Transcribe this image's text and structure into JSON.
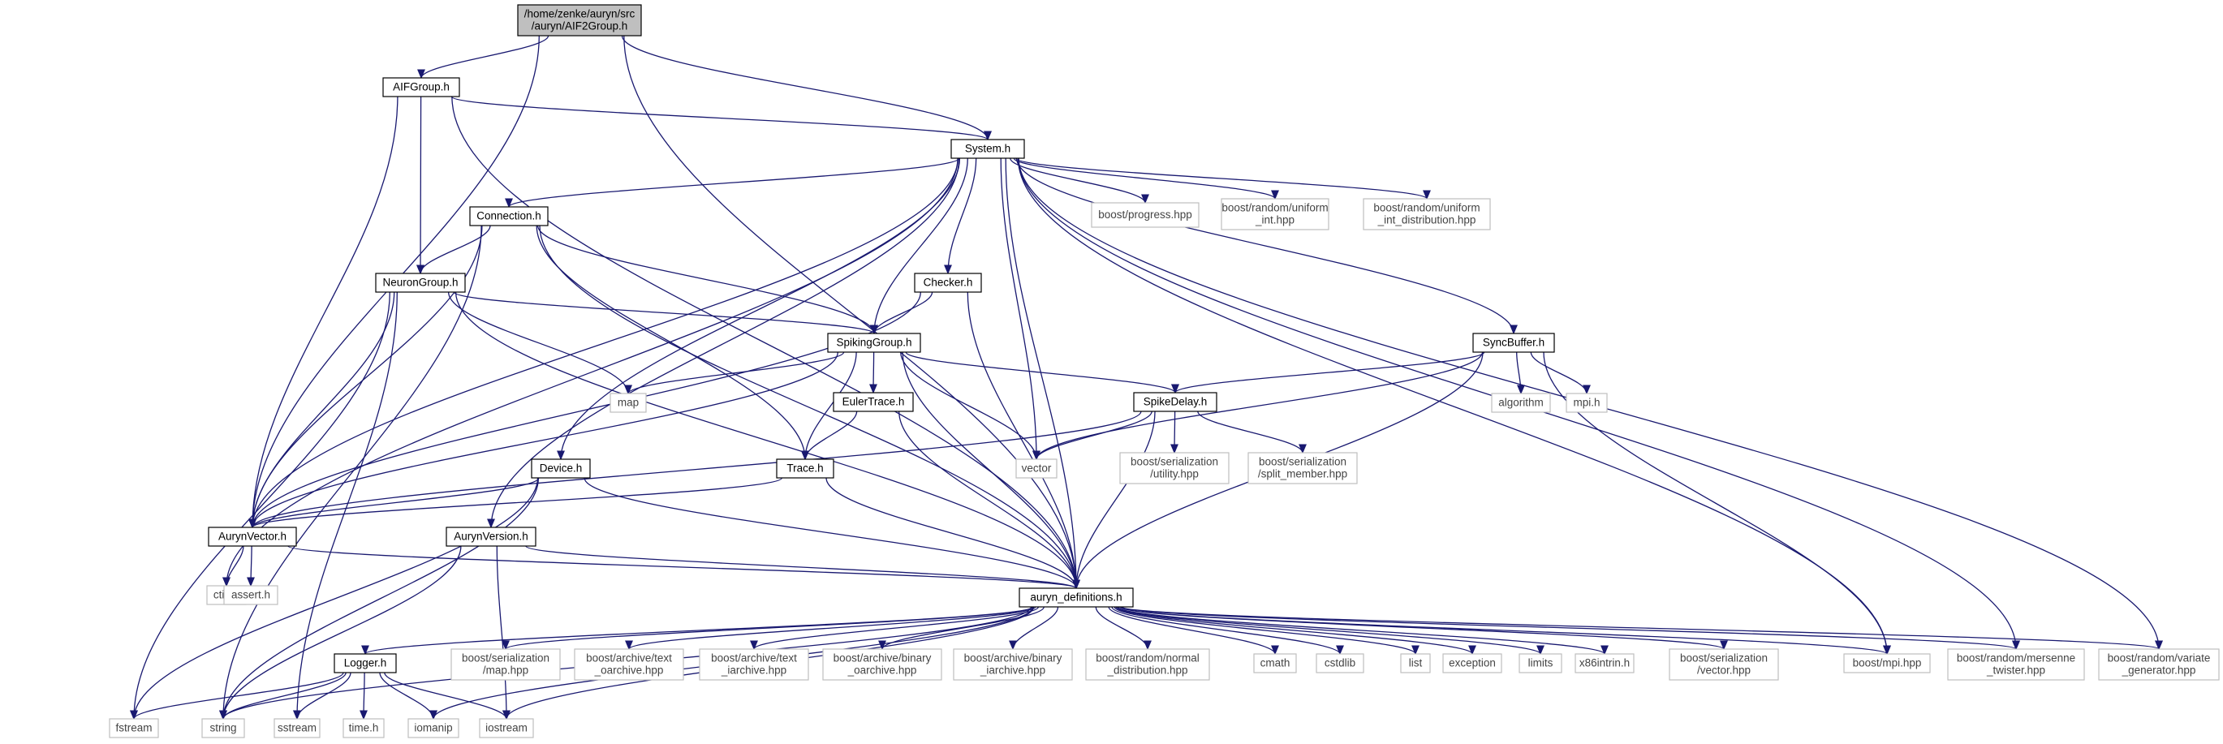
{
  "colors": {
    "edge": "#191970",
    "root_fill": "#bfbfbf",
    "internal_border": "#000000",
    "external_border": "#bfbfbf",
    "background": "#ffffff"
  },
  "nodes": [
    {
      "id": "root",
      "lines": [
        "/home/zenke/auryn/src",
        "/auryn/AIF2Group.h"
      ],
      "kind": "root"
    },
    {
      "id": "aifgroup",
      "lines": [
        "AIFGroup.h"
      ],
      "kind": "internal"
    },
    {
      "id": "system",
      "lines": [
        "System.h"
      ],
      "kind": "internal"
    },
    {
      "id": "connection",
      "lines": [
        "Connection.h"
      ],
      "kind": "internal"
    },
    {
      "id": "neurongroup",
      "lines": [
        "NeuronGroup.h"
      ],
      "kind": "internal"
    },
    {
      "id": "checker",
      "lines": [
        "Checker.h"
      ],
      "kind": "internal"
    },
    {
      "id": "spikinggroup",
      "lines": [
        "SpikingGroup.h"
      ],
      "kind": "internal"
    },
    {
      "id": "syncbuffer",
      "lines": [
        "SyncBuffer.h"
      ],
      "kind": "internal"
    },
    {
      "id": "eulertrace",
      "lines": [
        "EulerTrace.h"
      ],
      "kind": "internal"
    },
    {
      "id": "spikedelay",
      "lines": [
        "SpikeDelay.h"
      ],
      "kind": "internal"
    },
    {
      "id": "trace",
      "lines": [
        "Trace.h"
      ],
      "kind": "internal"
    },
    {
      "id": "device",
      "lines": [
        "Device.h"
      ],
      "kind": "internal"
    },
    {
      "id": "aurynvector",
      "lines": [
        "AurynVector.h"
      ],
      "kind": "internal"
    },
    {
      "id": "aurynversion",
      "lines": [
        "AurynVersion.h"
      ],
      "kind": "internal"
    },
    {
      "id": "definitions",
      "lines": [
        "auryn_definitions.h"
      ],
      "kind": "internal"
    },
    {
      "id": "logger",
      "lines": [
        "Logger.h"
      ],
      "kind": "internal"
    },
    {
      "id": "progress",
      "lines": [
        "boost/progress.hpp"
      ],
      "kind": "external"
    },
    {
      "id": "uniform_int",
      "lines": [
        "boost/random/uniform",
        "_int.hpp"
      ],
      "kind": "external"
    },
    {
      "id": "uniform_int_dist",
      "lines": [
        "boost/random/uniform",
        "_int_distribution.hpp"
      ],
      "kind": "external"
    },
    {
      "id": "map",
      "lines": [
        "map"
      ],
      "kind": "external"
    },
    {
      "id": "vector",
      "lines": [
        "vector"
      ],
      "kind": "external"
    },
    {
      "id": "algorithm",
      "lines": [
        "algorithm"
      ],
      "kind": "external"
    },
    {
      "id": "mpi_h",
      "lines": [
        "mpi.h"
      ],
      "kind": "external"
    },
    {
      "id": "ser_utility",
      "lines": [
        "boost/serialization",
        "/utility.hpp"
      ],
      "kind": "external"
    },
    {
      "id": "ser_split",
      "lines": [
        "boost/serialization",
        "/split_member.hpp"
      ],
      "kind": "external"
    },
    {
      "id": "ctime",
      "lines": [
        "ctime"
      ],
      "kind": "external"
    },
    {
      "id": "assert",
      "lines": [
        "assert.h"
      ],
      "kind": "external"
    },
    {
      "id": "ser_map",
      "lines": [
        "boost/serialization",
        "/map.hpp"
      ],
      "kind": "external"
    },
    {
      "id": "text_oarchive",
      "lines": [
        "boost/archive/text",
        "_oarchive.hpp"
      ],
      "kind": "external"
    },
    {
      "id": "text_iarchive",
      "lines": [
        "boost/archive/text",
        "_iarchive.hpp"
      ],
      "kind": "external"
    },
    {
      "id": "binary_oarchive",
      "lines": [
        "boost/archive/binary",
        "_oarchive.hpp"
      ],
      "kind": "external"
    },
    {
      "id": "binary_iarchive",
      "lines": [
        "boost/archive/binary",
        "_iarchive.hpp"
      ],
      "kind": "external"
    },
    {
      "id": "normal_dist",
      "lines": [
        "boost/random/normal",
        "_distribution.hpp"
      ],
      "kind": "external"
    },
    {
      "id": "cmath",
      "lines": [
        "cmath"
      ],
      "kind": "external"
    },
    {
      "id": "cstdlib",
      "lines": [
        "cstdlib"
      ],
      "kind": "external"
    },
    {
      "id": "list",
      "lines": [
        "list"
      ],
      "kind": "external"
    },
    {
      "id": "exception",
      "lines": [
        "exception"
      ],
      "kind": "external"
    },
    {
      "id": "limits",
      "lines": [
        "limits"
      ],
      "kind": "external"
    },
    {
      "id": "x86intrin",
      "lines": [
        "x86intrin.h"
      ],
      "kind": "external"
    },
    {
      "id": "ser_vector",
      "lines": [
        "boost/serialization",
        "/vector.hpp"
      ],
      "kind": "external"
    },
    {
      "id": "mpi_hpp",
      "lines": [
        "boost/mpi.hpp"
      ],
      "kind": "external"
    },
    {
      "id": "mersenne",
      "lines": [
        "boost/random/mersenne",
        "_twister.hpp"
      ],
      "kind": "external"
    },
    {
      "id": "variate",
      "lines": [
        "boost/random/variate",
        "_generator.hpp"
      ],
      "kind": "external"
    },
    {
      "id": "fstream",
      "lines": [
        "fstream"
      ],
      "kind": "external"
    },
    {
      "id": "string",
      "lines": [
        "string"
      ],
      "kind": "external"
    },
    {
      "id": "sstream",
      "lines": [
        "sstream"
      ],
      "kind": "external"
    },
    {
      "id": "time_h",
      "lines": [
        "time.h"
      ],
      "kind": "external"
    },
    {
      "id": "iomanip",
      "lines": [
        "iomanip"
      ],
      "kind": "external"
    },
    {
      "id": "iostream",
      "lines": [
        "iostream"
      ],
      "kind": "external"
    }
  ],
  "edges": [
    [
      "root",
      "aifgroup"
    ],
    [
      "root",
      "system"
    ],
    [
      "root",
      "aurynvector"
    ],
    [
      "root",
      "definitions"
    ],
    [
      "aifgroup",
      "system"
    ],
    [
      "aifgroup",
      "neurongroup"
    ],
    [
      "aifgroup",
      "aurynvector"
    ],
    [
      "aifgroup",
      "definitions"
    ],
    [
      "system",
      "connection"
    ],
    [
      "system",
      "checker"
    ],
    [
      "system",
      "spikinggroup"
    ],
    [
      "system",
      "syncbuffer"
    ],
    [
      "system",
      "device"
    ],
    [
      "system",
      "aurynvector"
    ],
    [
      "system",
      "aurynversion"
    ],
    [
      "system",
      "definitions"
    ],
    [
      "system",
      "progress"
    ],
    [
      "system",
      "uniform_int"
    ],
    [
      "system",
      "uniform_int_dist"
    ],
    [
      "system",
      "vector"
    ],
    [
      "system",
      "ctime"
    ],
    [
      "system",
      "mpi_hpp"
    ],
    [
      "system",
      "mersenne"
    ],
    [
      "system",
      "variate"
    ],
    [
      "connection",
      "neurongroup"
    ],
    [
      "connection",
      "spikinggroup"
    ],
    [
      "connection",
      "trace"
    ],
    [
      "connection",
      "aurynvector"
    ],
    [
      "connection",
      "definitions"
    ],
    [
      "connection",
      "string"
    ],
    [
      "neurongroup",
      "spikinggroup"
    ],
    [
      "neurongroup",
      "map"
    ],
    [
      "neurongroup",
      "aurynvector"
    ],
    [
      "neurongroup",
      "definitions"
    ],
    [
      "neurongroup",
      "fstream"
    ],
    [
      "neurongroup",
      "sstream"
    ],
    [
      "checker",
      "spikinggroup"
    ],
    [
      "checker",
      "aurynvector"
    ],
    [
      "checker",
      "definitions"
    ],
    [
      "spikinggroup",
      "eulertrace"
    ],
    [
      "spikinggroup",
      "spikedelay"
    ],
    [
      "spikinggroup",
      "trace"
    ],
    [
      "spikinggroup",
      "map"
    ],
    [
      "spikinggroup",
      "vector"
    ],
    [
      "spikinggroup",
      "aurynvector"
    ],
    [
      "spikinggroup",
      "definitions"
    ],
    [
      "syncbuffer",
      "spikedelay"
    ],
    [
      "syncbuffer",
      "vector"
    ],
    [
      "syncbuffer",
      "algorithm"
    ],
    [
      "syncbuffer",
      "mpi_h"
    ],
    [
      "syncbuffer",
      "definitions"
    ],
    [
      "syncbuffer",
      "mpi_hpp"
    ],
    [
      "eulertrace",
      "trace"
    ],
    [
      "eulertrace",
      "definitions"
    ],
    [
      "spikedelay",
      "vector"
    ],
    [
      "spikedelay",
      "ser_utility"
    ],
    [
      "spikedelay",
      "ser_split"
    ],
    [
      "spikedelay",
      "aurynvector"
    ],
    [
      "spikedelay",
      "definitions"
    ],
    [
      "trace",
      "aurynvector"
    ],
    [
      "trace",
      "definitions"
    ],
    [
      "device",
      "aurynvector"
    ],
    [
      "device",
      "definitions"
    ],
    [
      "device",
      "string"
    ],
    [
      "device",
      "fstream"
    ],
    [
      "aurynvector",
      "ctime"
    ],
    [
      "aurynvector",
      "assert"
    ],
    [
      "aurynvector",
      "definitions"
    ],
    [
      "aurynversion",
      "definitions"
    ],
    [
      "aurynversion",
      "string"
    ],
    [
      "aurynversion",
      "iostream"
    ],
    [
      "definitions",
      "logger"
    ],
    [
      "definitions",
      "ser_map"
    ],
    [
      "definitions",
      "text_oarchive"
    ],
    [
      "definitions",
      "text_iarchive"
    ],
    [
      "definitions",
      "binary_oarchive"
    ],
    [
      "definitions",
      "binary_iarchive"
    ],
    [
      "definitions",
      "normal_dist"
    ],
    [
      "definitions",
      "cmath"
    ],
    [
      "definitions",
      "cstdlib"
    ],
    [
      "definitions",
      "list"
    ],
    [
      "definitions",
      "exception"
    ],
    [
      "definitions",
      "limits"
    ],
    [
      "definitions",
      "x86intrin"
    ],
    [
      "definitions",
      "ser_vector"
    ],
    [
      "definitions",
      "mpi_hpp"
    ],
    [
      "definitions",
      "mersenne"
    ],
    [
      "definitions",
      "variate"
    ],
    [
      "definitions",
      "string"
    ],
    [
      "definitions",
      "iomanip"
    ],
    [
      "definitions",
      "iostream"
    ],
    [
      "logger",
      "fstream"
    ],
    [
      "logger",
      "string"
    ],
    [
      "logger",
      "sstream"
    ],
    [
      "logger",
      "time_h"
    ],
    [
      "logger",
      "iomanip"
    ],
    [
      "logger",
      "iostream"
    ]
  ]
}
